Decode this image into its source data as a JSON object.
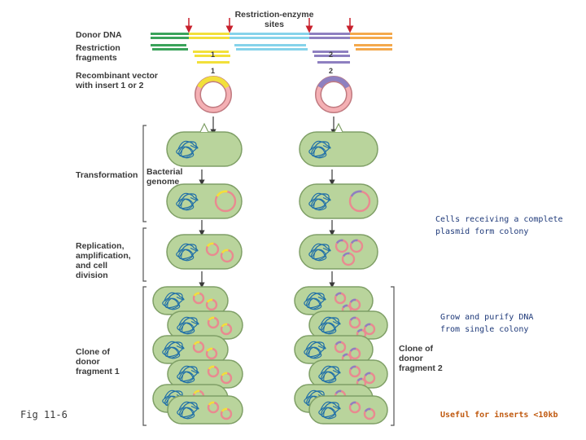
{
  "labels": {
    "restriction_sites": "Restriction-enzyme\nsites",
    "donor_dna": "Donor DNA",
    "restriction_fragments": "Restriction\nfragments",
    "recombinant_vector": "Recombinant vector\nwith insert 1 or 2",
    "transformation": "Transformation",
    "bacterial_genome": "Bacterial\ngenome",
    "replication": "Replication,\namplification,\nand cell\ndivision",
    "clone_1": "Clone of\ndonor\nfragment 1",
    "clone_2": "Clone of\ndonor\nfragment 2",
    "fragment_1": "1",
    "fragment_2": "2",
    "fig": "Fig 11-6"
  },
  "notes": {
    "colony": "Cells receiving a complete\nplasmid form colony",
    "grow": "Grow and purify DNA\nfrom single colony",
    "useful": "Useful for inserts <10kb"
  },
  "colors": {
    "dna_green": "#3aa35a",
    "dna_yellow": "#f2e03a",
    "dna_cyan": "#86d3ea",
    "dna_purple": "#8e80c0",
    "dna_orange": "#f4a94c",
    "site_arrow": "#c8202c",
    "cell_fill": "#b9d49c",
    "cell_edge": "#7f9f66",
    "plasmid_pink": "#e98a90",
    "genome_blue": "#1f6fa8",
    "note_blue": "#1f3a7a",
    "note_orange": "#c05a10"
  }
}
